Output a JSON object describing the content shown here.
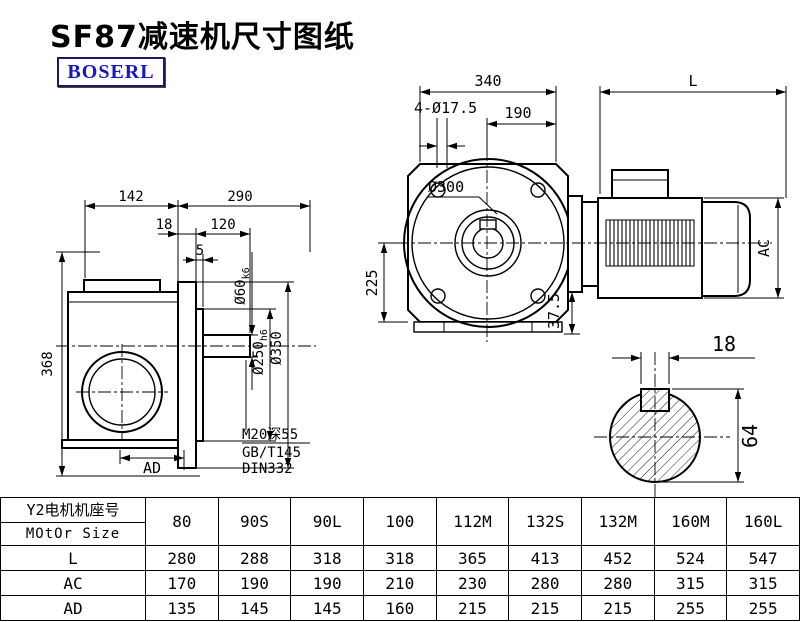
{
  "title": "SF87减速机尺寸图纸",
  "logo": "BOSERL",
  "left_view": {
    "d142": "142",
    "d290": "290",
    "d18": "18",
    "d120": "120",
    "d5": "5",
    "d368": "368",
    "dAD": "AD",
    "shaft_dia_main": "Ø60",
    "shaft_dia_sub": "k6",
    "spigot_dia_main": "Ø250",
    "spigot_dia_sub": "h6",
    "flange_dia": "Ø350",
    "thread_note": "M20深55",
    "std_note1": "GB/T145",
    "std_note2": "DIN332"
  },
  "front_view": {
    "d340": "340",
    "dL": "L",
    "holes": "4-Ø17.5",
    "d190": "190",
    "d300": "Ø300",
    "d225": "225",
    "d37_5": "37.5",
    "dAC": "AC"
  },
  "shaft_section": {
    "d18": "18",
    "d64": "64"
  },
  "table": {
    "header": {
      "line1": "Y2电机机座号",
      "line2": "MOtOr Size"
    },
    "columns": [
      "80",
      "90S",
      "90L",
      "100",
      "112M",
      "132S",
      "132M",
      "160M",
      "160L"
    ],
    "rows": [
      {
        "label": "L",
        "values": [
          "280",
          "288",
          "318",
          "318",
          "365",
          "413",
          "452",
          "524",
          "547"
        ]
      },
      {
        "label": "AC",
        "values": [
          "170",
          "190",
          "190",
          "210",
          "230",
          "280",
          "280",
          "315",
          "315"
        ]
      },
      {
        "label": "AD",
        "values": [
          "135",
          "145",
          "145",
          "160",
          "215",
          "215",
          "215",
          "255",
          "255"
        ]
      }
    ]
  }
}
